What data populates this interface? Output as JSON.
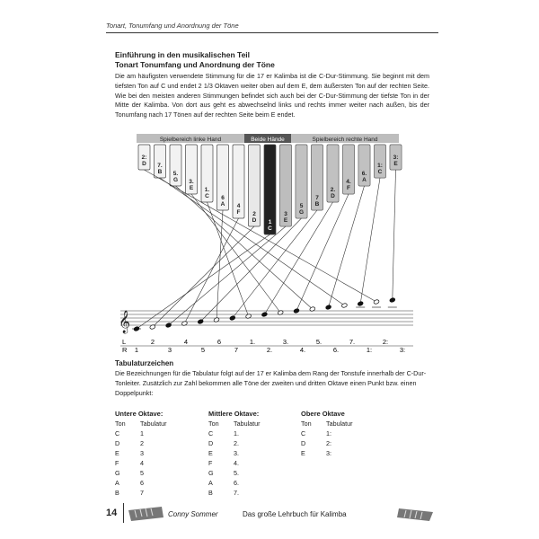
{
  "header": {
    "chapter": "Tonart, Tonumfang und Anordnung der Töne"
  },
  "section": {
    "title": "Einführung in den musikalischen Teil",
    "subtitle": "Tonart Tonumfang und Anordnung der Töne",
    "intro": "Die am häufigsten verwendete Stimmung für die 17 er Kalimba ist die C-Dur-Stimmung. Sie beginnt mit dem tiefsten Ton auf C und endet 2 1/3 Oktaven weiter oben auf dem E, dem äußersten Ton auf der rechten Seite. Wie bei den meisten anderen Stimmungen befindet sich auch bei der C-Dur-Stimmung der tiefste Ton in der Mitte der Kalimba. Von dort aus geht es abwechselnd links und rechts immer weiter nach außen, bis der Tonumfang nach 17 Tönen auf der rechten Seite beim E endet."
  },
  "diagram": {
    "label_left": "Spielbereich linke Hand",
    "label_middle": "Beide Hände",
    "label_right": "Spielbereich rechte Hand",
    "tines": [
      {
        "label": "2: D"
      },
      {
        "label": "7. B"
      },
      {
        "label": "5. G"
      },
      {
        "label": "3. E"
      },
      {
        "label": "1. C"
      },
      {
        "label": "6 A"
      },
      {
        "label": "4 F"
      },
      {
        "label": "2 D"
      },
      {
        "label": "1 C"
      },
      {
        "label": "3 E"
      },
      {
        "label": "5 G"
      },
      {
        "label": "7 B"
      },
      {
        "label": "2. D"
      },
      {
        "label": "4. F"
      },
      {
        "label": "6. A"
      },
      {
        "label": "1: C"
      },
      {
        "label": "3: E"
      }
    ],
    "left_row_marker": "L",
    "right_row_marker": "R",
    "left_numbers": [
      "2",
      "4",
      "6",
      "1.",
      "3.",
      "5.",
      "7.",
      "2:"
    ],
    "right_numbers": [
      "1",
      "3",
      "5",
      "7",
      "2.",
      "4.",
      "6.",
      "1:",
      "3:"
    ]
  },
  "tabulatur": {
    "title": "Tabulaturzeichen",
    "text": "Die Bezeichnungen für die Tabulatur folgt auf der 17 er Kalimba dem Rang der Tonstufe innerhalb der C-Dur-Tonleiter. Zusätzlich zur Zahl bekommen alle Töne der zweiten und dritten Oktave einen Punkt bzw. einen Doppelpunkt:",
    "columns": [
      {
        "title": "Untere Oktave:",
        "h1": "Ton",
        "h2": "Tabulatur",
        "rows": [
          [
            "C",
            "1"
          ],
          [
            "D",
            "2"
          ],
          [
            "E",
            "3"
          ],
          [
            "F",
            "4"
          ],
          [
            "G",
            "5"
          ],
          [
            "A",
            "6"
          ],
          [
            "B",
            "7"
          ]
        ]
      },
      {
        "title": "Mittlere Oktave:",
        "h1": "Ton",
        "h2": "Tabulatur",
        "rows": [
          [
            "C",
            "1."
          ],
          [
            "D",
            "2."
          ],
          [
            "E",
            "3."
          ],
          [
            "F",
            "4."
          ],
          [
            "G",
            "5."
          ],
          [
            "A",
            "6."
          ],
          [
            "B",
            "7."
          ]
        ]
      },
      {
        "title": "Obere Oktave",
        "h1": "Ton",
        "h2": "Tabulatur",
        "rows": [
          [
            "C",
            "1:"
          ],
          [
            "D",
            "2:"
          ],
          [
            "E",
            "3:"
          ]
        ]
      }
    ]
  },
  "footer": {
    "page_number": "14",
    "author": "Conny Sommer",
    "book_title": "Das große Lehrbuch für Kalimba"
  }
}
